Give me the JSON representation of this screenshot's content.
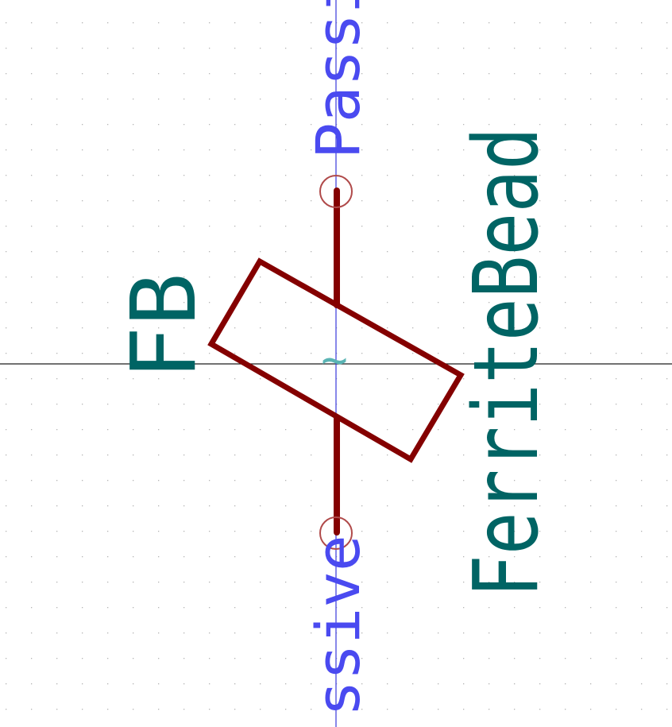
{
  "symbol": {
    "reference": "FB",
    "value": "FerriteBead",
    "center_glyph": "~"
  },
  "pins": {
    "top_type": "Passi",
    "bottom_type": "ssive"
  },
  "colors": {
    "background": "#ffffff",
    "grid_dot": "#b4b4b4",
    "axis_line": "#1e1e1e",
    "pin_axis": "#3a3adc",
    "body": "#840000",
    "pin_marker": "#b04a4a",
    "reference_text": "#006464",
    "pin_type_text": "#4a4af0",
    "glyph": "#5ab4b4"
  }
}
